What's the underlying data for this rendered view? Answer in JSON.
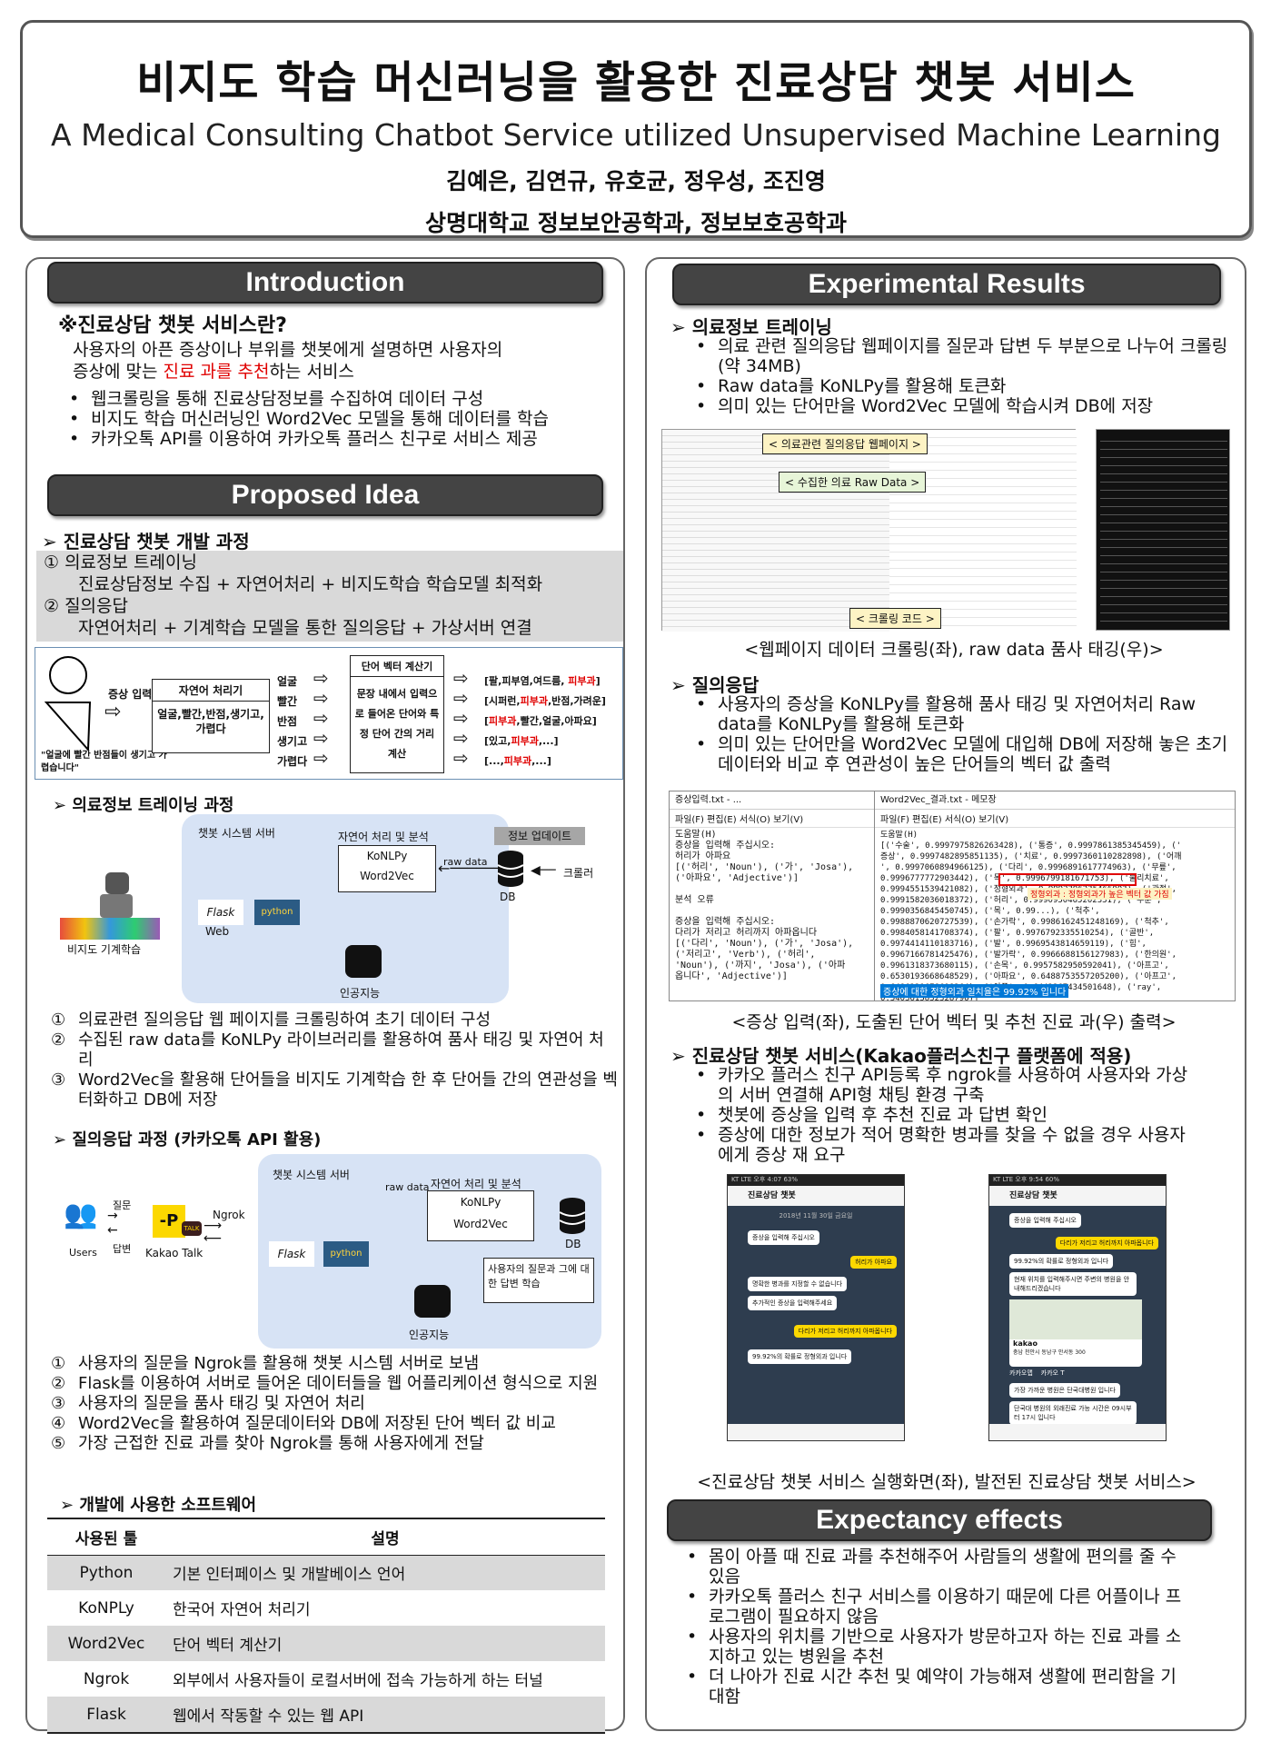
{
  "header": {
    "title_ko": "비지도 학습 머신러닝을 활용한 진료상담 챗봇 서비스",
    "title_en": "A Medical Consulting Chatbot Service utilized Unsupervised Machine Learning",
    "authors": "김예은, 김연규, 유호균, 정우성, 조진영",
    "affiliation": "상명대학교 정보보안공학과, 정보보호공학과"
  },
  "intro": {
    "title": "Introduction",
    "question": "※진료상담 챗봇 서비스란?",
    "desc1": "사용자의 아픈 증상이나 부위를 챗봇에게 설명하면 사용자의",
    "desc2_a": "증상에 맞는 ",
    "desc2_red": "진료 과를 추천",
    "desc2_b": "하는 서비스",
    "bullets": [
      "웹크롤링을 통해 진료상담정보를 수집하여 데이터 구성",
      "비지도 학습 머신러닝인 Word2Vec 모델을 통해 데이터를 학습",
      "카카오톡 API를 이용하여 카카오톡 플러스 친구로 서비스 제공"
    ]
  },
  "proposed": {
    "title": "Proposed Idea",
    "dev_heading": "➢  진료상담 챗봇 개발 과정",
    "step1_title": "①  의료정보 트레이닝",
    "step1_desc": "진료상담정보 수집 + 자연어처리 + 비지도학습 학습모델 최적화",
    "step2_title": "②  질의응답",
    "step2_desc": "자연어처리 + 기계학습 모델을 통한 질의응답 + 가상서버 연결",
    "flow": {
      "input_label": "증상 입력",
      "quote": "\"얼굴에 빨간 반점들이 생기고 가렵습니다\"",
      "nlp_title": "자연어 처리기",
      "nlp_body": "얼굴,빨간,반점,생기고, 가렵다",
      "tokens": [
        "얼굴",
        "빨간",
        "반점",
        "생기고",
        "가렵다"
      ],
      "vec_title": "단어 벡터 계산기",
      "vec_body": "문장 내에서 입력으로 들어온 단어와 특정 단어 간의 거리 계산",
      "outputs": [
        {
          "pre": "[팔,피부염,여드름, ",
          "red": "피부과",
          "post": "]"
        },
        {
          "pre": "[시퍼런,",
          "red": "피부과",
          "post": ",반점,가려운]"
        },
        {
          "pre": "[",
          "red": "피부과",
          "post": ",빨간,얼굴,아파요]"
        },
        {
          "pre": "[있고,",
          "red": "피부과",
          "post": ",...]"
        },
        {
          "pre": "[...,",
          "red": "피부과",
          "post": ",...]"
        }
      ]
    },
    "train_heading": "➢  의료정보 트레이닝 과정",
    "train_diagram": {
      "server": "챗봇 시스템 서버",
      "nlp": "자연어 처리 및 분석",
      "konlpy": "KoNLPy",
      "w2v": "Word2Vec",
      "raw": "raw data",
      "update": "정보 업데이트",
      "crawler": "크롤러",
      "db": "DB",
      "flask": "Flask",
      "web": "Web",
      "python": "python",
      "unsup": "비지도 기계학습",
      "ai": "인공지능"
    },
    "train_steps": [
      {
        "n": "①",
        "t": "의료관련 질의응답 웹 페이지를 크롤링하여 초기 데이터 구성"
      },
      {
        "n": "②",
        "t": "수집된 raw data를 KoNLPy 라이브러리를 활용하여 품사 태깅 및 자연어 처리"
      },
      {
        "n": "③",
        "t": "Word2Vec을 활용해 단어들을 비지도 기계학습 한 후 단어들 간의 연관성을 벡터화하고 DB에 저장"
      }
    ],
    "qa_heading": "➢  질의응답 과정 (카카오톡 API 활용)",
    "qa_diagram": {
      "server": "챗봇 시스템 서버",
      "nlp": "자연어 처리 및 분석",
      "konlpy": "KoNLPy",
      "w2v": "Word2Vec",
      "raw": "raw data",
      "db": "DB",
      "ngrok": "Ngrok",
      "question": "질문",
      "answer": "답변",
      "users": "Users",
      "kakao": "Kakao Talk",
      "learn": "사용자의 질문과 그에 대한 답변 학습",
      "ai": "인공지능",
      "flask": "Flask",
      "python": "python"
    },
    "qa_steps": [
      {
        "n": "①",
        "t": "사용자의 질문을 Ngrok를 활용해 챗봇 시스템 서버로 보냄"
      },
      {
        "n": "②",
        "t": "Flask를 이용하여 서버로 들어온 데이터들을 웹 어플리케이션 형식으로 지원"
      },
      {
        "n": "③",
        "t": "사용자의 질문을 품사 태깅 및 자연어 처리"
      },
      {
        "n": "④",
        "t": "Word2Vec을 활용하여 질문데이터와 DB에 저장된 단어 벡터 값 비교"
      },
      {
        "n": "⑤",
        "t": "가장 근접한 진료 과를 찾아 Ngrok를 통해 사용자에게 전달"
      }
    ],
    "sw_heading": "➢  개발에 사용한 소프트웨어",
    "sw_headers": [
      "사용된 툴",
      "설명"
    ],
    "sw_rows": [
      {
        "tool": "Python",
        "desc": "기본 인터페이스 및 개발베이스 언어"
      },
      {
        "tool": "KoNPLy",
        "desc": "한국어 자연어 처리기"
      },
      {
        "tool": "Word2Vec",
        "desc": "단어 벡터 계산기"
      },
      {
        "tool": "Ngrok",
        "desc": "외부에서 사용자들이 로컬서버에 접속 가능하게 하는 터널"
      },
      {
        "tool": "Flask",
        "desc": "웹에서 작동할 수 있는 웹 API"
      }
    ]
  },
  "results": {
    "title": "Experimental Results",
    "s1_heading": "➢  의료정보 트레이닝",
    "s1_bullets": [
      "의료 관련 질의응답 웹페이지를 질문과 답변 두 부분으로 나누어 크롤링 (약 34MB)",
      "Raw data를 KoNLPy를 활용해 토큰화",
      "의미 있는 단어만을 Word2Vec 모델에 학습시켜 DB에 저장"
    ],
    "s1_labels": [
      "< 의료관련 질의응답 웹페이지 >",
      "< 수집한 의료 Raw Data >",
      "< 크롤링 코드 >"
    ],
    "s1_caption": "<웹페이지 데이터 크롤링(좌), raw data 품사 태깅(우)>",
    "s2_heading": "➢  질의응답",
    "s2_bullets": [
      "사용자의 증상을 KoNLPy를 활용해 품사 태깅 및 자연어처리 Raw data를 KoNLPy를 활용해 토큰화",
      "의미 있는 단어만을 Word2Vec 모델에 대입해 DB에 저장해 놓은 초기 데이터와 비교 후 연관성이 높은 단어들의 벡터 값 출력"
    ],
    "notepad1_title": "증상입력.txt - ...",
    "notepad2_title": "Word2Vec_결과.txt - 메모장",
    "notepad_menu": "파일(F)  편집(E)  서식(O)  보기(V)",
    "notepad1_text": "도움말(H)\n증상을 입력해 주십시오:\n허리가 아파요\n[('허리', 'Noun'), ('가', 'Josa'),\n('아파요', 'Adjective')]\n\n분석 오류\n\n증상을 입력해 주십시오:\n다리가 저리고 허리까지 아파옵니다\n[('다리', 'Noun'), ('가', 'Josa'),\n('저리고', 'Verb'), ('허리',\n'Noun'), ('까지', 'Josa'), ('아파\n옵니다', 'Adjective')]",
    "notepad2_text": "도움말(H)\n[('수술', 0.9997975826263428), ('통증', 0.9997861385345459), ('\n증상', 0.9997482895851135), ('치료', 0.9997360110282898), ('어깨\n', 0.9997060894966125), ('다리', 0.9996891617774963), ('무릎',\n0.9996777772903442), ('목', 0.9996799181671753), ('물리치료',\n0.9994551539421082), ('정형외과', 0.9992396235466003), ('관절',\n0.9991582036018372), ('허리', 0.9990950465202331), ('부분',\n0.9990356845450745), ('목', 0.99...), ('척추',\n0.9988870620727539), ('손가락', 0.9986162451248169), ('척추',\n0.9984058141708374), ('팔', 0.9976792335510254), ('골반',\n0.9974414110183716), ('발', 0.9969543814659119), ('힘',\n0.9967166781425476), ('발가락', 0.9966688156127983), ('한의원',\n0.9961318373680115), ('손목', 0.9957582950592041), ('아프고',\n0.6530193668648529), ('아파요', 0.6488753557205200), ('아프고',\n0.6486321678698364), ('아픈', 0.6442367434501648), ('ray',\n0.5403615832328796)]",
    "notepad2_highlight": "정형외과 : 정형외과가 높은 벡터 값 가짐",
    "notepad2_footer": "증상에 대한 정형외과 일치율은 99.92% 입니다",
    "s2_caption": "<증상 입력(좌), 도출된 단어 벡터 및 추천 진료 과(우) 출력>",
    "s3_heading": "➢  진료상담 챗봇 서비스(Kakao플러스친구 플랫폼에 적용)",
    "s3_bullets": [
      "카카오 플러스 친구 API등록 후 ngrok를 사용하여 사용자와 가상의 서버 연결해 API형 채팅 환경 구축",
      "챗봇에 증상을 입력 후 추천 진료 과 답변 확인",
      "증상에 대한 정보가 적어 명확한 병과를 찾을 수 없을 경우 사용자에게 증상 재 요구"
    ],
    "phone1": {
      "status": "KT  LTE        오후 4:07        63%",
      "title": "진료상담 챗봇",
      "date": "2018년 11월 30일 금요일",
      "b1": "증상을 입력해 주십시오",
      "u1": "허리가 아파요",
      "b2": "명확한 병과를 지정할 수 없습니다",
      "b3": "추가적인 증상을 입력해주세요",
      "u2": "다리가 저리고 허리까지 아파옵니다",
      "b4": "99.92%의 확률로 정형외과 입니다"
    },
    "phone2": {
      "status": "KT  LTE        오후 9:54        60%",
      "title": "진료상담 챗봇",
      "b1": "증상을 입력해 주십시오",
      "u1": "다리가 저리고 허리까지 아파옵니다",
      "b2": "99.92%의 확률로 정형외과 입니다",
      "b3": "현재 위치를 입력해주시면 주변의 병원을 안내해드리겠습니다",
      "map": "kakao",
      "addr": "충남 천안시 동남구 안서동 300",
      "btn1": "카카오맵",
      "btn2": "카카오 T",
      "b4": "가장 가까운 병원은 단국대병원 입니다",
      "b5": "단국대 병원의 외래진료 가능 시간은 09시부터 17시 입니다"
    },
    "s3_caption": "<진료상담 챗봇 서비스 실행화면(좌), 발전된 진료상담 챗봇 서비스>"
  },
  "expect": {
    "title": "Expectancy effects",
    "bullets": [
      "몸이 아플 때 진료 과를 추천해주어 사람들의 생활에 편의를 줄 수 있음",
      "카카오톡 플러스 친구 서비스를 이용하기 때문에 다른 어플이나 프로그램이 필요하지 않음",
      "사용자의 위치를 기반으로 사용자가 방문하고자 하는 진료 과를 소지하고 있는 병원을 추천",
      "더 나아가 진료 시간 추천 및 예약이 가능해져 생활에 편리함을 기대함"
    ]
  },
  "colors": {
    "accent_red": "#e00000",
    "section_bg": "#444444",
    "table_stripe": "#d9d9d9",
    "diagram_blue": "#d7e3f5",
    "chat_bg": "#2e3d4f",
    "kakao_yellow": "#fcd800"
  }
}
